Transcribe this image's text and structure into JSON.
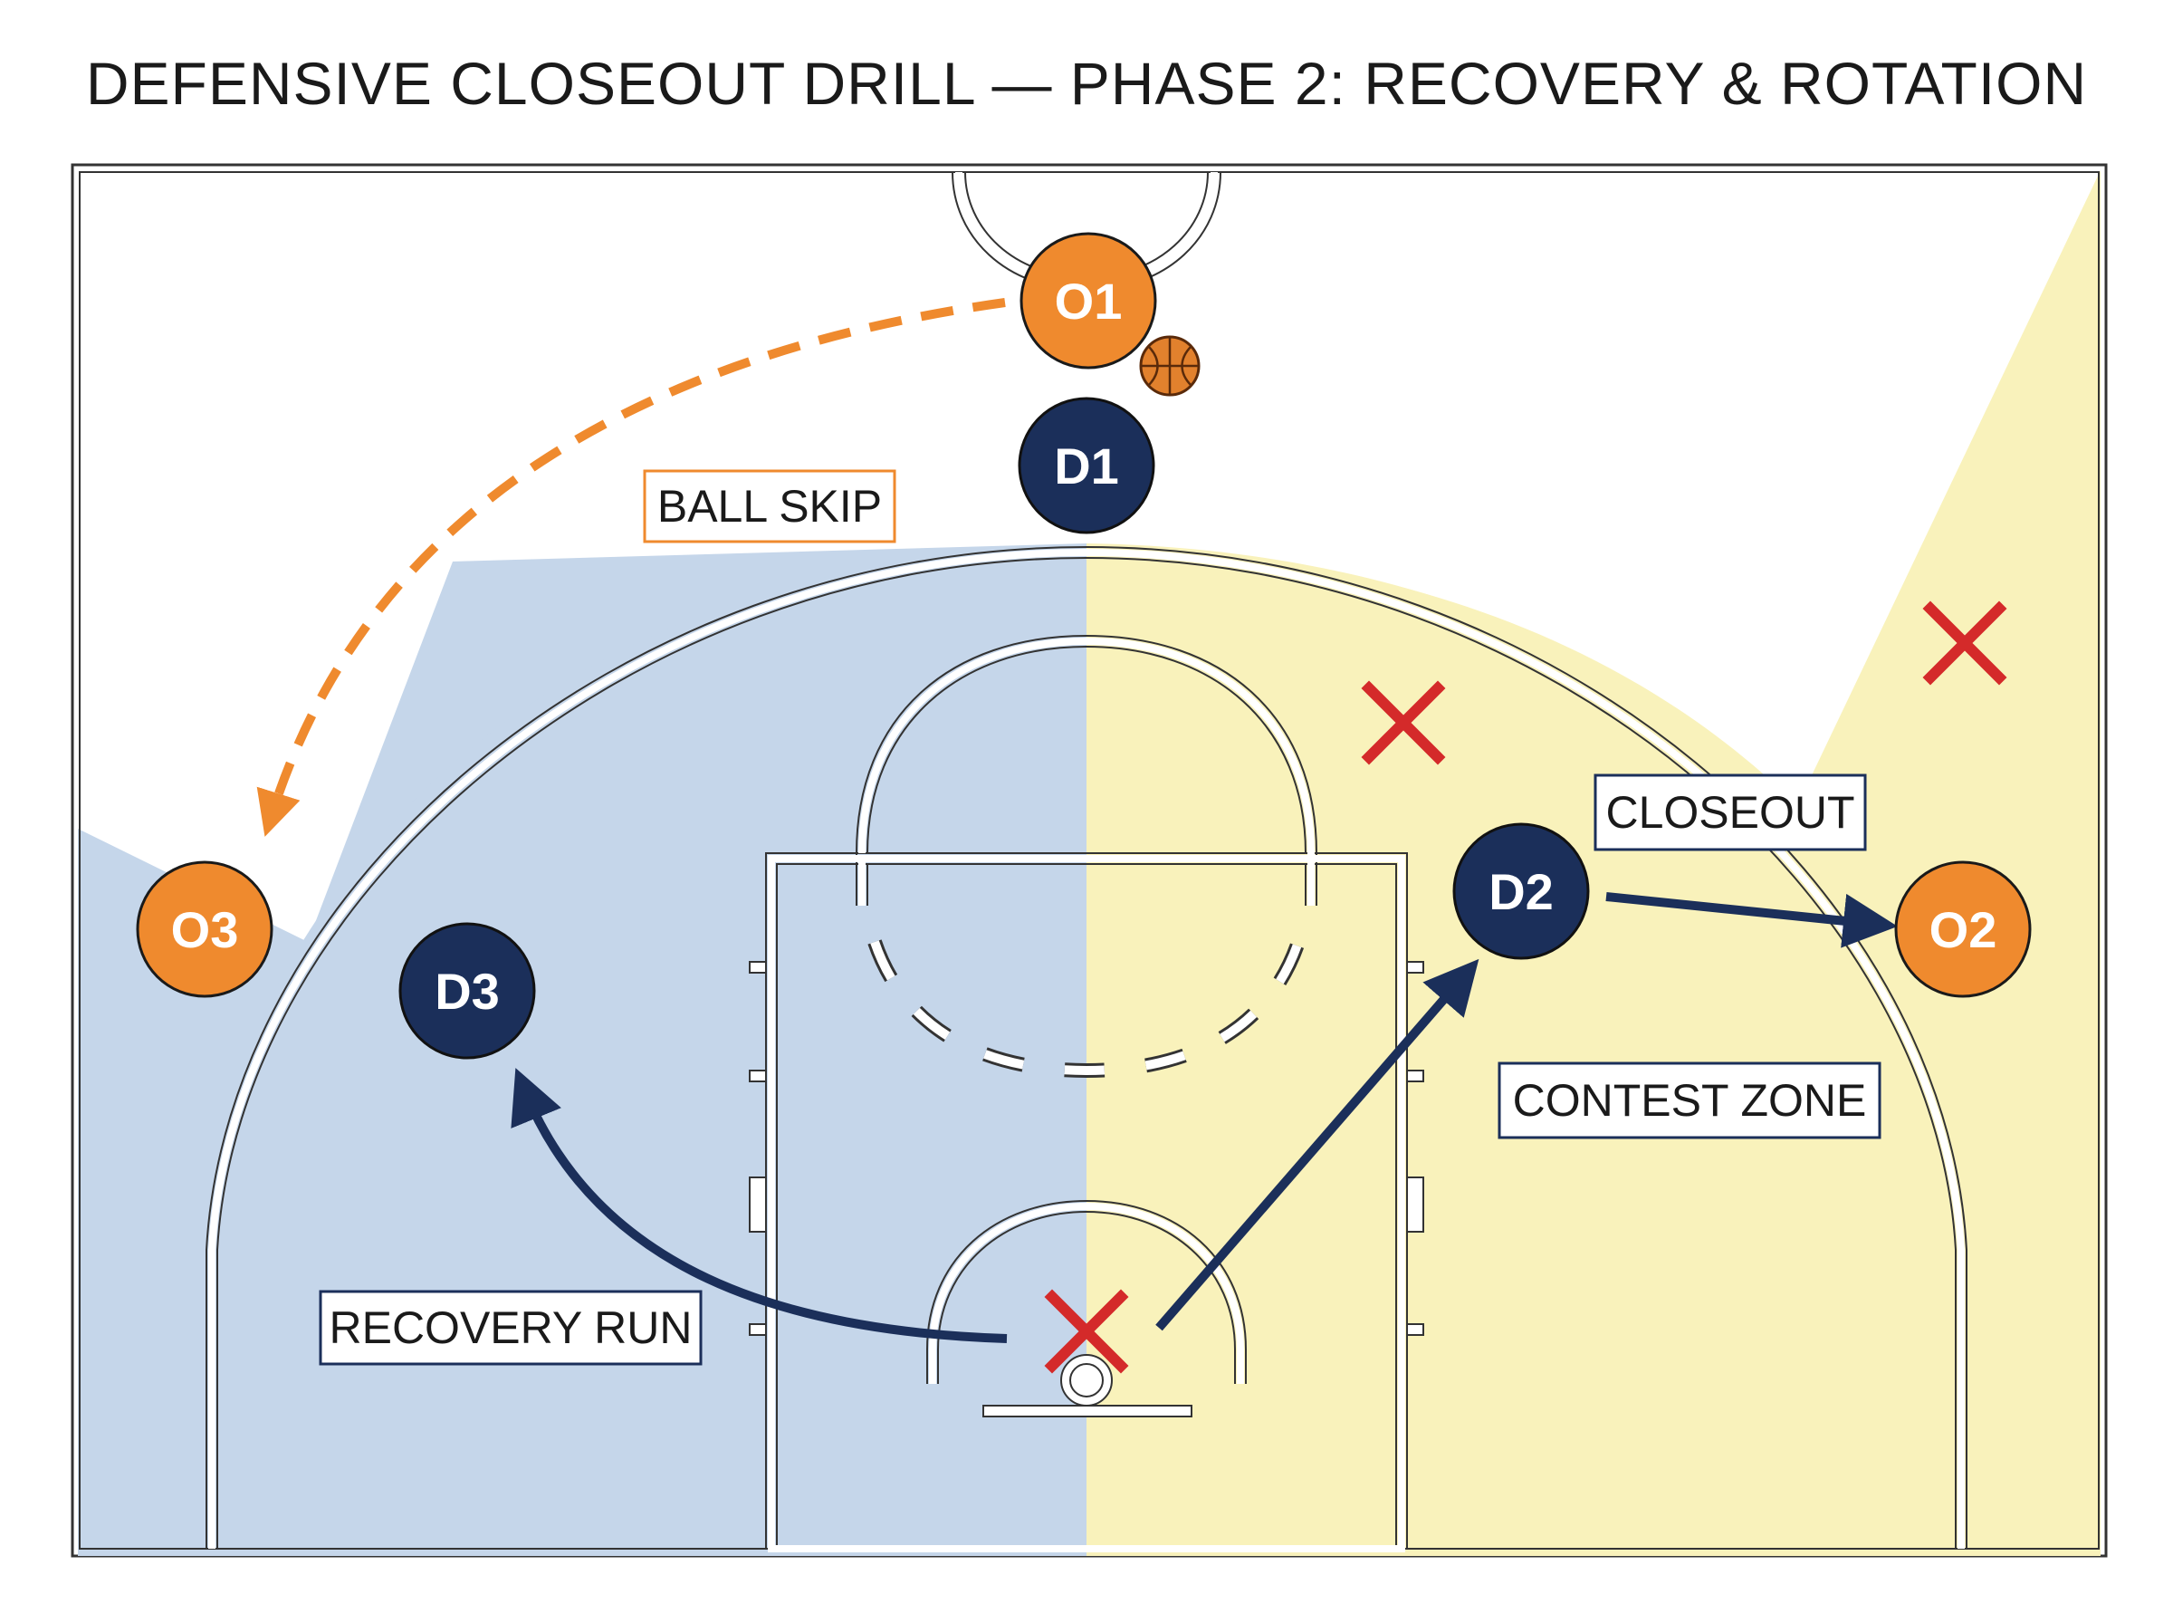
{
  "title": "DEFENSIVE CLOSEOUT DRILL — PHASE 2: RECOVERY & ROTATION",
  "colors": {
    "offense": "#ef8a2e",
    "defense": "#1b2f5a",
    "zone_left": "#c5d6ea",
    "zone_right": "#f9f2bb",
    "mark": "#d42a2a",
    "line": "#ffffff"
  },
  "players": {
    "o1": "O1",
    "o2": "O2",
    "o3": "O3",
    "d1": "D1",
    "d2": "D2",
    "d3": "D3"
  },
  "labels": {
    "ball_skip": "BALL SKIP",
    "closeout": "CLOSEOUT",
    "contest_zone": "CONTEST ZONE",
    "recovery_run": "RECOVERY RUN"
  }
}
